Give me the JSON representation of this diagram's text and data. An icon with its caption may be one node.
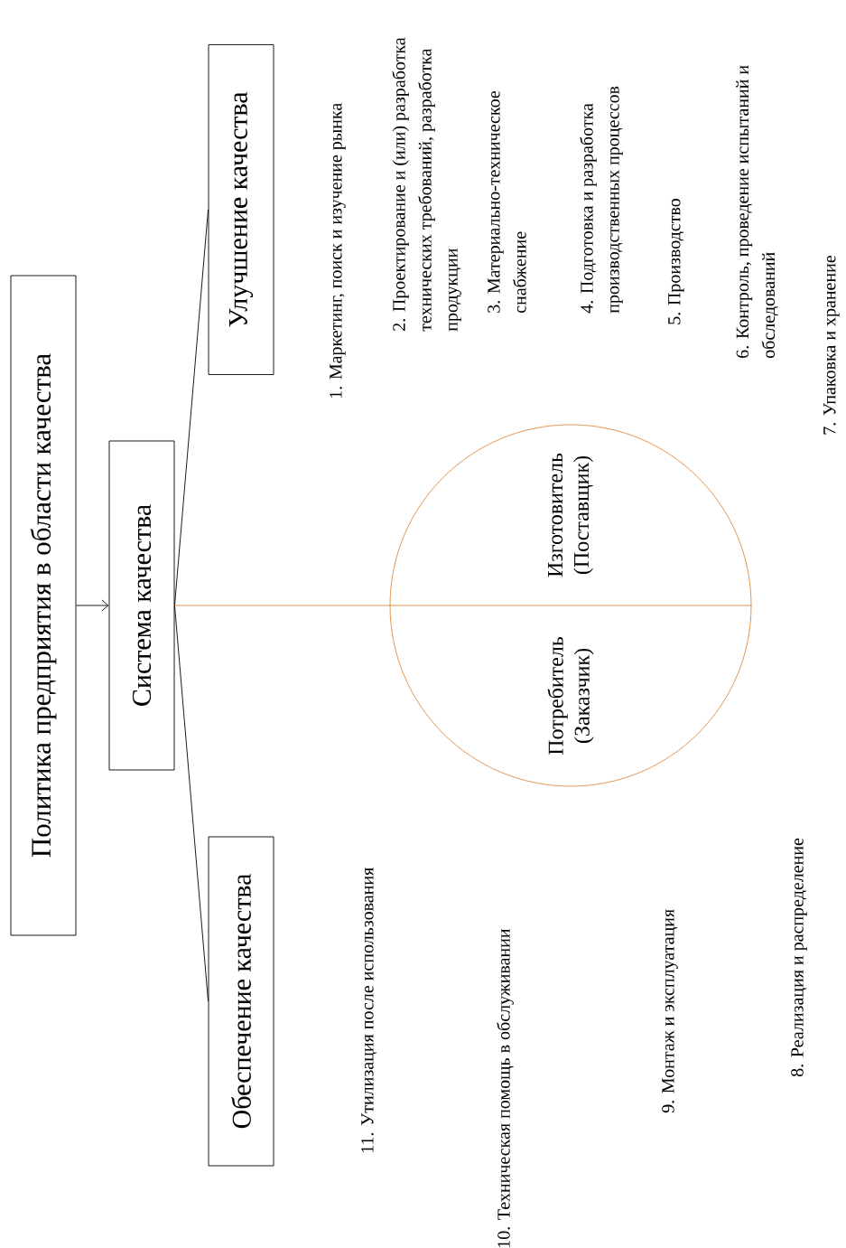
{
  "diagram": {
    "nodes": [
      {
        "text": [
          "Политика предприятия в области качества"
        ]
      },
      {
        "text": [
          "Система качества"
        ]
      },
      {
        "text": [
          "Улучшение качества"
        ]
      },
      {
        "text": [
          "Обеспечение качества"
        ]
      },
      {
        "text": [
          "Изготовитель (Поставщик)",
          "Потребитель (Заказчик)"
        ]
      }
    ],
    "edges": [
      {
        "from": 0,
        "to": 1,
        "arrow": "to"
      },
      {
        "from": 1,
        "to": 2,
        "arrow": "none"
      },
      {
        "from": 1,
        "to": 3,
        "arrow": "none"
      },
      {
        "from": 1,
        "to": 4,
        "arrow": "none",
        "color": "#e08a3e"
      }
    ],
    "labels": [
      "1. Маркетинг, поиск и изучение рынка",
      "2. Проектирование и (или) разработка технических требований, разработка продукции",
      "3. Материально-техническое снабжение",
      "4. Подготовка и разработка производственных процессов",
      "5. Производство",
      "6. Контроль, проведение испытаний и обследований",
      "7. Упаковка и хранение",
      "8. Реализация и распределение",
      "9. Монтаж и эксплуатация",
      "10. Техническая помощь в обслуживании",
      "11. Утилизация после использования"
    ]
  }
}
